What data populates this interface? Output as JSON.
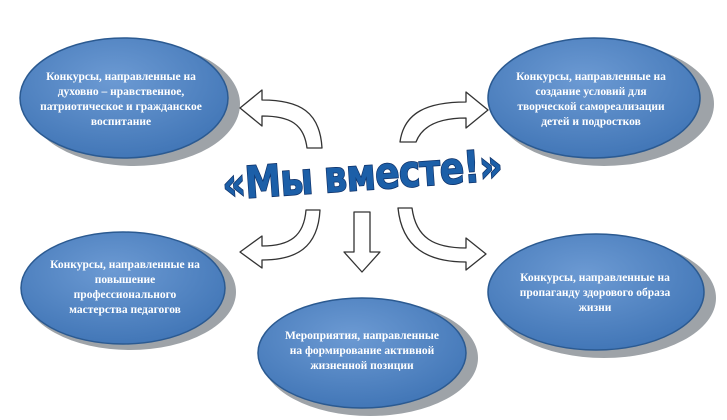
{
  "title": "«Мы вместе!»",
  "nodes": {
    "top_left": "Конкурсы, направленные на\nдуховно – нравственное,\nпатриотическое и гражданское\nвоспитание",
    "top_right": "Конкурсы, направленные на\nсоздание условий для\nтворческой самореализации\nдетей и подростков",
    "middle_left": "Конкурсы, направленные на\nповышение\nпрофессионального\nмастерства педагогов",
    "middle_right": "Конкурсы, направленные на\nпропаганду здорового образа\nжизни",
    "bottom": "Мероприятия, направленные\nна формирование активной\nжизненной позиции"
  },
  "colors": {
    "ellipse_fill": "#4f84c4",
    "ellipse_edge": "#2b5a91",
    "ellipse_shadow": "#9ea3a8",
    "title_fill": "#1c5fa8",
    "arrow_fill": "#ffffff",
    "arrow_stroke": "#333333"
  }
}
